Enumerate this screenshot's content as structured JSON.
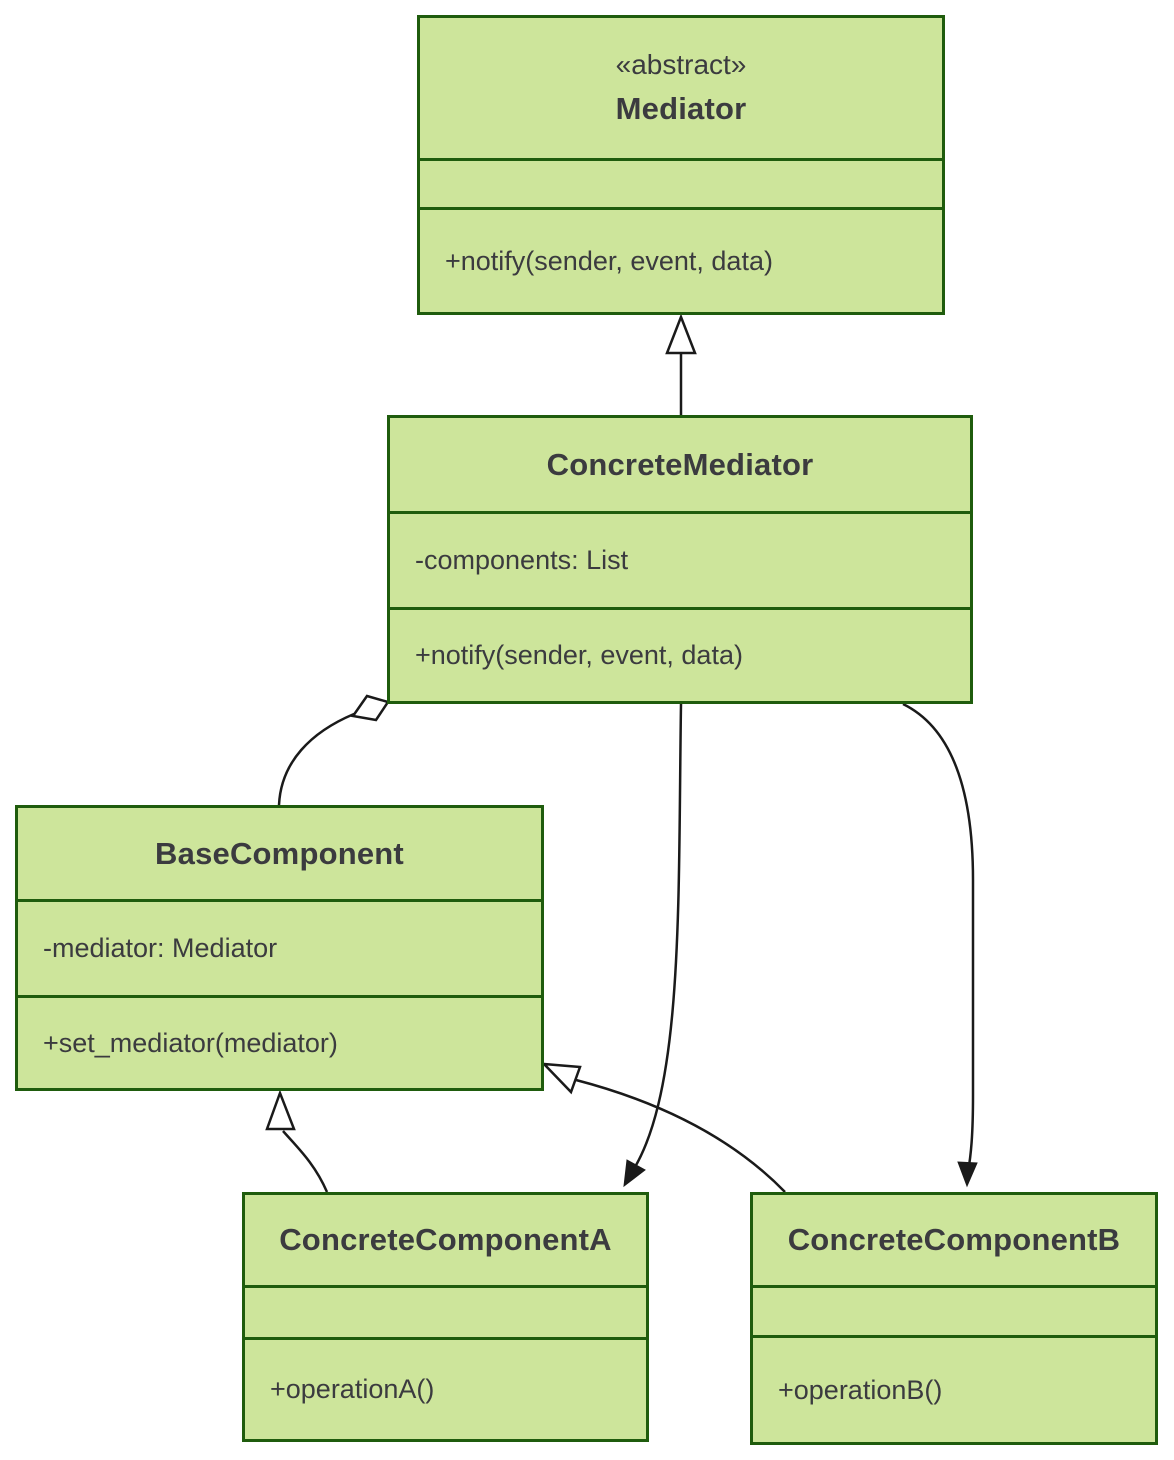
{
  "diagram": {
    "kind": "uml-class-diagram",
    "pattern": "Mediator",
    "colors": {
      "box_fill": "#cde59b",
      "box_border": "#1f5c0d",
      "text": "#3b3b3f",
      "edge": "#1a1a1a",
      "background": "#ffffff"
    }
  },
  "classes": {
    "mediator": {
      "stereotype": "«abstract»",
      "name": "Mediator",
      "attributes": [],
      "methods": [
        "+notify(sender, event, data)"
      ]
    },
    "concrete_mediator": {
      "name": "ConcreteMediator",
      "attributes": [
        "-components: List"
      ],
      "methods": [
        "+notify(sender, event, data)"
      ]
    },
    "base_component": {
      "name": "BaseComponent",
      "attributes": [
        "-mediator: Mediator"
      ],
      "methods": [
        "+set_mediator(mediator)"
      ]
    },
    "concrete_component_a": {
      "name": "ConcreteComponentA",
      "attributes": [],
      "methods": [
        "+operationA()"
      ]
    },
    "concrete_component_b": {
      "name": "ConcreteComponentB",
      "attributes": [],
      "methods": [
        "+operationB()"
      ]
    }
  },
  "relationships": [
    {
      "from": "ConcreteMediator",
      "to": "Mediator",
      "type": "inheritance"
    },
    {
      "from": "BaseComponent",
      "to": "ConcreteMediator",
      "type": "aggregation"
    },
    {
      "from": "ConcreteComponentA",
      "to": "BaseComponent",
      "type": "inheritance"
    },
    {
      "from": "ConcreteComponentB",
      "to": "BaseComponent",
      "type": "inheritance"
    },
    {
      "from": "ConcreteMediator",
      "to": "ConcreteComponentA",
      "type": "association"
    },
    {
      "from": "ConcreteMediator",
      "to": "ConcreteComponentB",
      "type": "association"
    }
  ]
}
